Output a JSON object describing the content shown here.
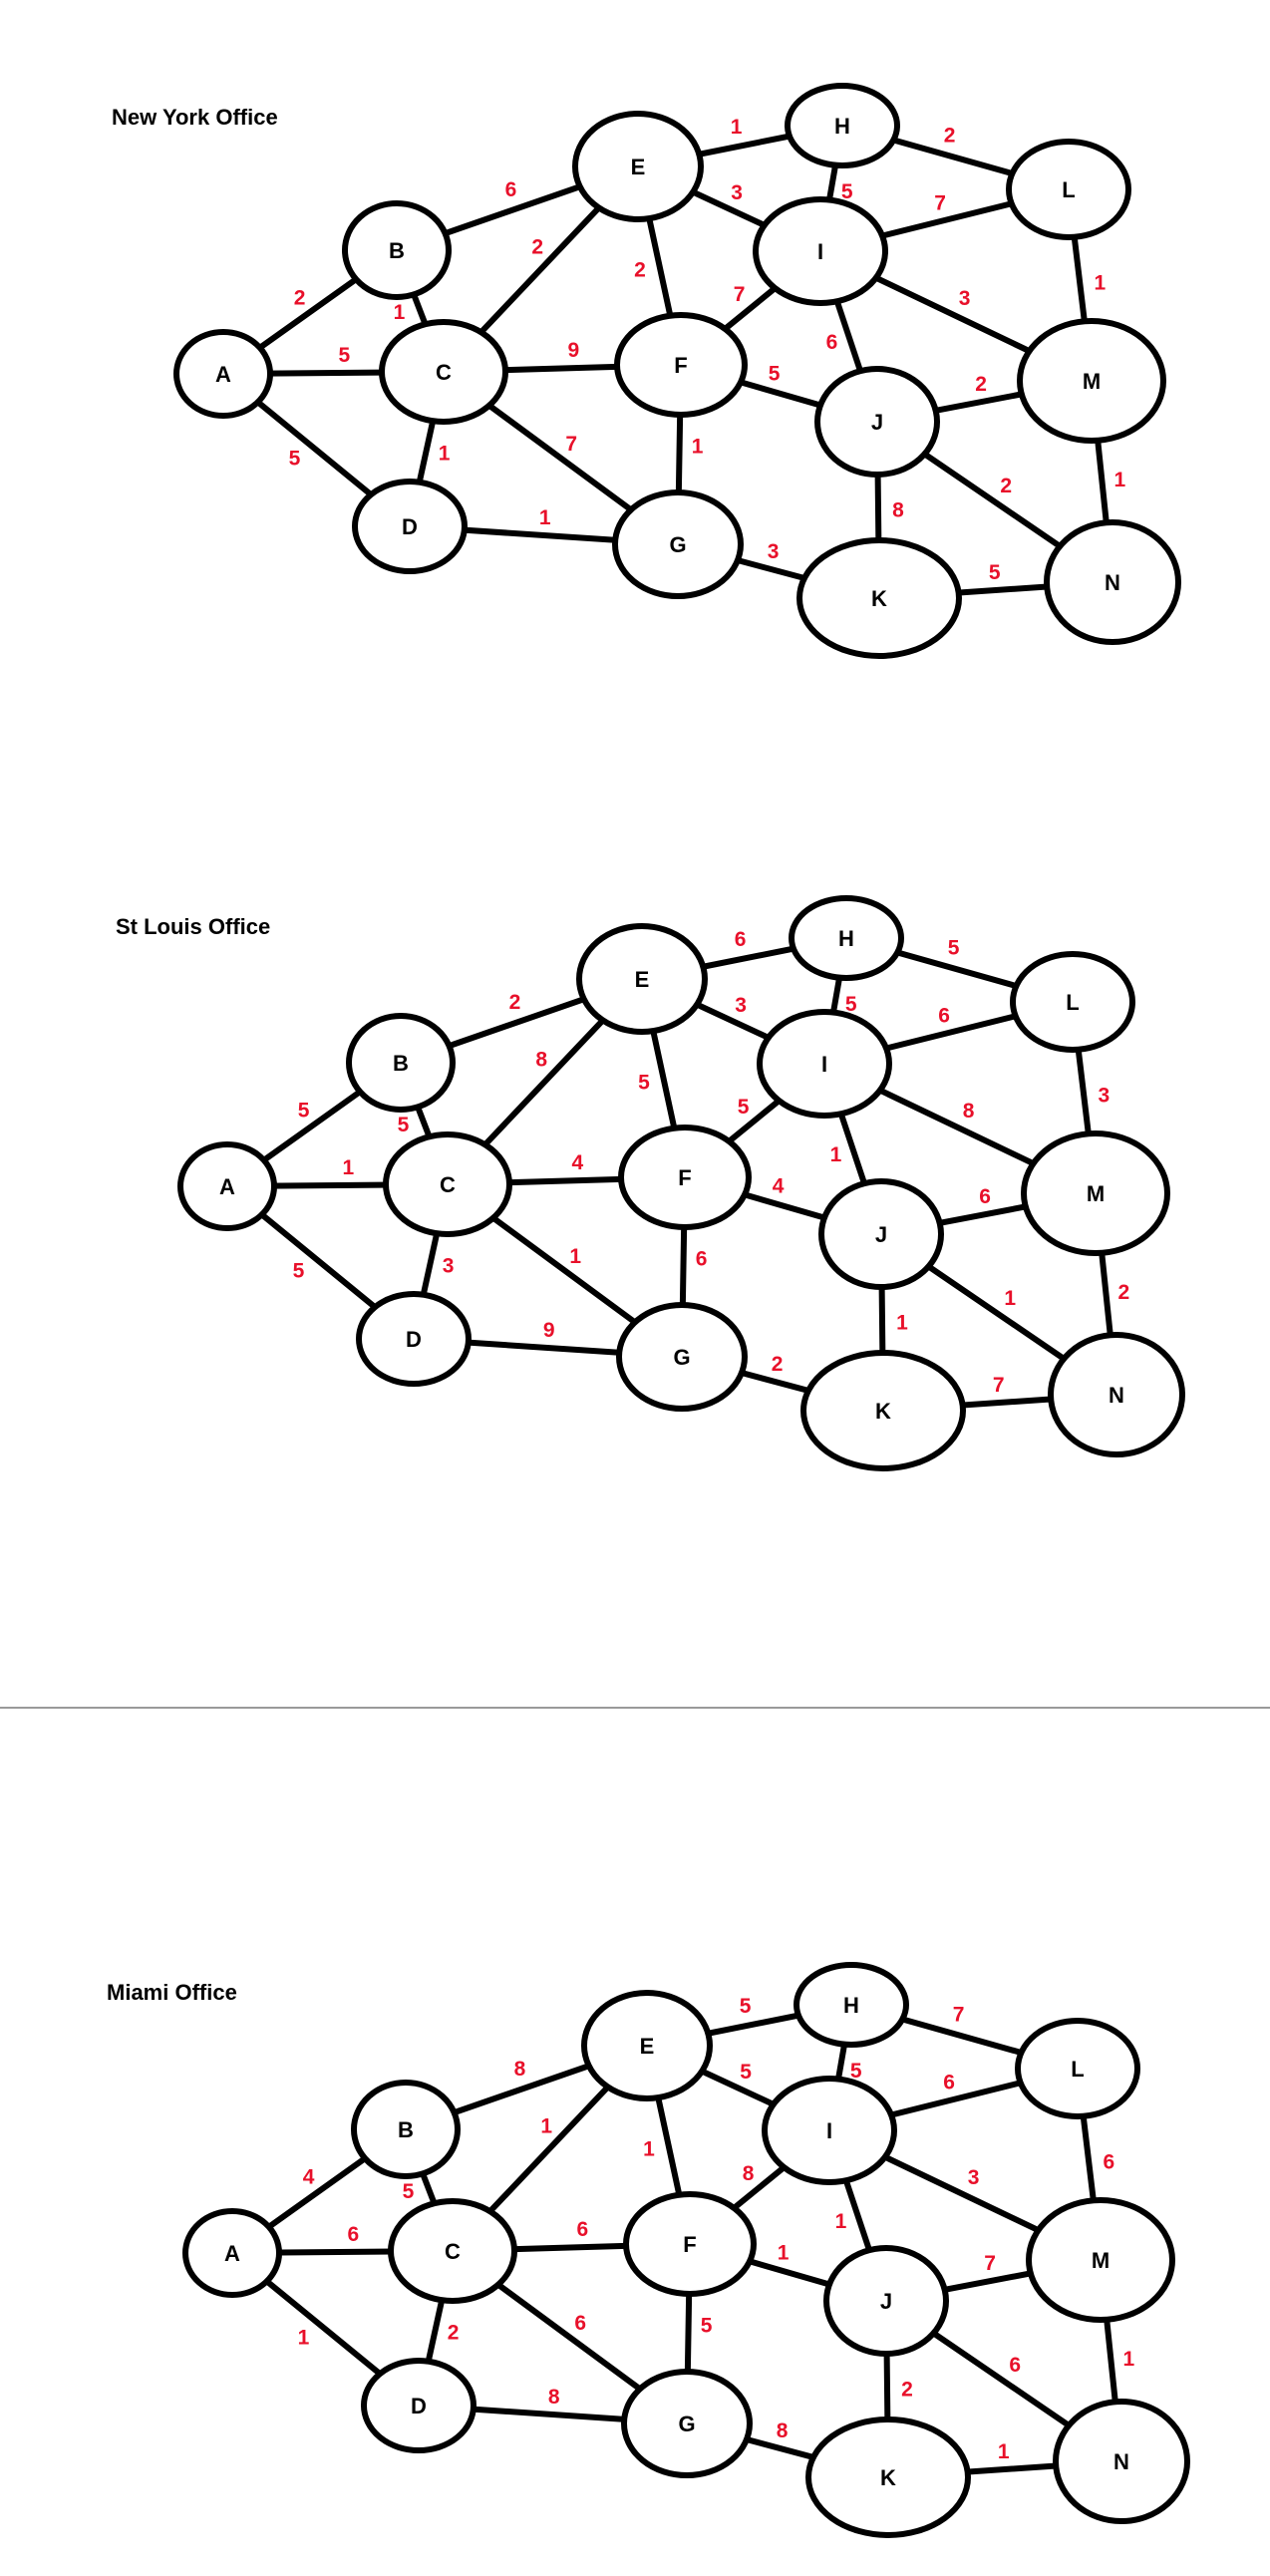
{
  "colors": {
    "edge": "#000000",
    "node_fill": "#ffffff",
    "weight": "#e8102a",
    "divider": "#9a9a9a"
  },
  "graphs": [
    {
      "title": "New York Office",
      "weights": {
        "A-B": "2",
        "A-C": "5",
        "A-D": "5",
        "B-C": "1",
        "B-E": "6",
        "C-D": "1",
        "C-E": "2",
        "C-F": "9",
        "C-G": "7",
        "D-G": "1",
        "E-F": "2",
        "E-H": "1",
        "E-I": "3",
        "F-G": "1",
        "F-I": "7",
        "F-J": "5",
        "G-K": "3",
        "H-I": "5",
        "H-L": "2",
        "I-L": "7",
        "I-J": "6",
        "I-M": "3",
        "J-M": "2",
        "J-K": "8",
        "J-N": "2",
        "L-M": "1",
        "M-N": "1",
        "K-N": "5"
      }
    },
    {
      "title": "St Louis Office",
      "weights": {
        "A-B": "5",
        "A-C": "1",
        "A-D": "5",
        "B-C": "5",
        "B-E": "2",
        "C-D": "3",
        "C-E": "8",
        "C-F": "4",
        "C-G": "1",
        "D-G": "9",
        "E-F": "5",
        "E-H": "6",
        "E-I": "3",
        "F-G": "6",
        "F-I": "5",
        "F-J": "4",
        "G-K": "2",
        "H-I": "5",
        "H-L": "5",
        "I-L": "6",
        "I-J": "1",
        "I-M": "8",
        "J-M": "6",
        "J-K": "1",
        "J-N": "1",
        "L-M": "3",
        "M-N": "2",
        "K-N": "7"
      }
    },
    {
      "title": "Miami Office",
      "weights": {
        "A-B": "4",
        "A-C": "6",
        "A-D": "1",
        "B-C": "5",
        "B-E": "8",
        "C-D": "2",
        "C-E": "1",
        "C-F": "6",
        "C-G": "6",
        "D-G": "8",
        "E-F": "1",
        "E-H": "5",
        "E-I": "5",
        "F-G": "5",
        "F-I": "8",
        "F-J": "1",
        "G-K": "8",
        "H-I": "5",
        "H-L": "7",
        "I-L": "6",
        "I-J": "1",
        "I-M": "3",
        "J-M": "7",
        "J-K": "2",
        "J-N": "6",
        "L-M": "6",
        "M-N": "1",
        "K-N": "1"
      }
    }
  ]
}
